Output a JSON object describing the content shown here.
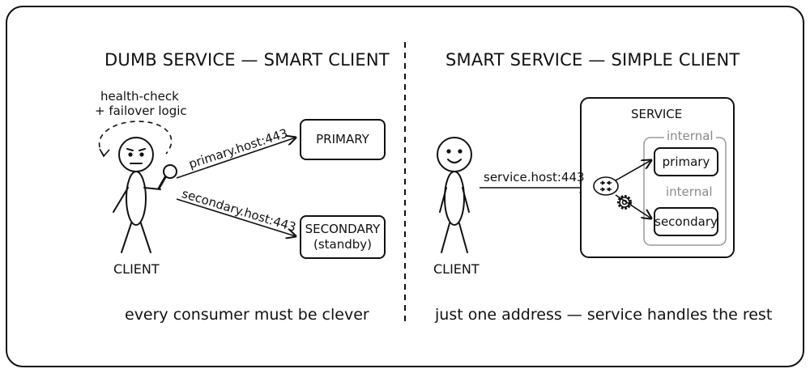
{
  "left": {
    "title": "DUMB SERVICE — SMART CLIENT",
    "client_label": "CLIENT",
    "note_line1": "health-check",
    "note_line2": "+ failover logic",
    "primary_edge": "primary.host:443",
    "secondary_edge": "secondary.host:443",
    "primary_box": "PRIMARY",
    "secondary_box": "SECONDARY",
    "secondary_sub": "(standby)",
    "caption": "every consumer must be clever"
  },
  "right": {
    "title": "SMART SERVICE — SIMPLE CLIENT",
    "client_label": "CLIENT",
    "edge_label": "service.host:443",
    "service_title": "SERVICE",
    "internal_1": "internal",
    "internal_2": "internal",
    "primary_box": "primary",
    "secondary_box": "secondary",
    "caption": "just one address — service handles the rest"
  },
  "icons": {
    "router": "router-icon",
    "gear": "gear-icon",
    "magnifier": "magnifier-icon"
  }
}
